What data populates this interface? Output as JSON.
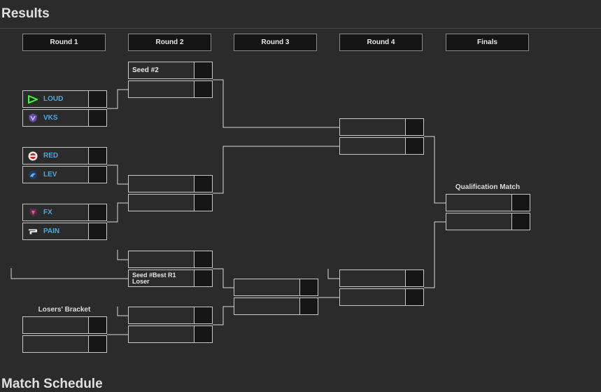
{
  "page": {
    "title": "Results",
    "next_section": "Match Schedule"
  },
  "rounds": [
    "Round 1",
    "Round 2",
    "Round 3",
    "Round 4",
    "Finals"
  ],
  "labels": {
    "losers_bracket": "Losers' Bracket",
    "qualification_match": "Qualification Match"
  },
  "round1": [
    {
      "team1": "LOUD",
      "logo1": "loud-logo-icon",
      "team2": "VKS",
      "logo2": "vks-logo-icon"
    },
    {
      "team1": "RED",
      "logo1": "red-logo-icon",
      "team2": "LEV",
      "logo2": "lev-logo-icon"
    },
    {
      "team1": "FX",
      "logo1": "fx-logo-icon",
      "team2": "PAIN",
      "logo2": "pain-logo-icon"
    }
  ],
  "round2": [
    {
      "team1": "Seed #2",
      "team2": ""
    },
    {
      "team1": "",
      "team2": ""
    },
    {
      "team1": "",
      "team2": "Seed #Best R1 Loser"
    },
    {
      "team1": "",
      "team2": ""
    }
  ],
  "losers_round1": {
    "team1": "",
    "team2": ""
  },
  "colors": {
    "background": "#2b2b2b",
    "team_name": "#4ea8e0",
    "loud_green": "#3cff3c",
    "slot_border": "#c8c8c8",
    "score_box": "#161616"
  }
}
